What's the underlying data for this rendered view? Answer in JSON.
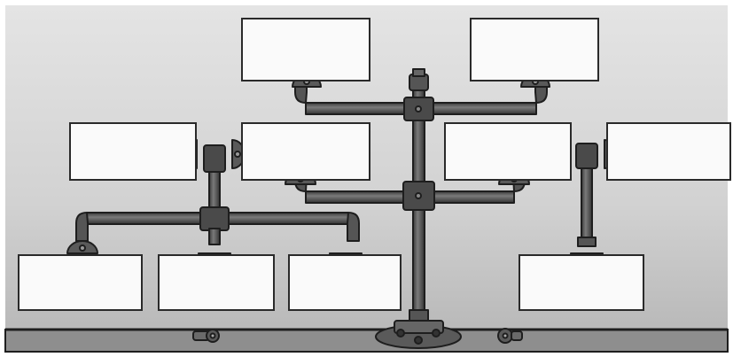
{
  "diagram": {
    "type": "pipe-tree",
    "colors": {
      "wall_top": "#dcdcdc",
      "wall_bottom": "#b9b9b9",
      "floor": "#8c8c8c",
      "pipe": "#4a4a4a",
      "pipe_highlight": "#777777",
      "box_fill": "#fafafa",
      "outline": "#1e1e1e"
    },
    "boxes": [
      {
        "id": "top-left",
        "text": ""
      },
      {
        "id": "top-right",
        "text": ""
      },
      {
        "id": "mid-left",
        "text": ""
      },
      {
        "id": "mid-center-left",
        "text": ""
      },
      {
        "id": "mid-center-right",
        "text": ""
      },
      {
        "id": "mid-right",
        "text": ""
      },
      {
        "id": "bottom-1",
        "text": ""
      },
      {
        "id": "bottom-2",
        "text": ""
      },
      {
        "id": "bottom-3",
        "text": ""
      },
      {
        "id": "bottom-4",
        "text": ""
      }
    ],
    "icons": [
      "pipe-cross-junction-icon",
      "pipe-elbow-icon",
      "bolt-icon",
      "nut-icon"
    ]
  }
}
